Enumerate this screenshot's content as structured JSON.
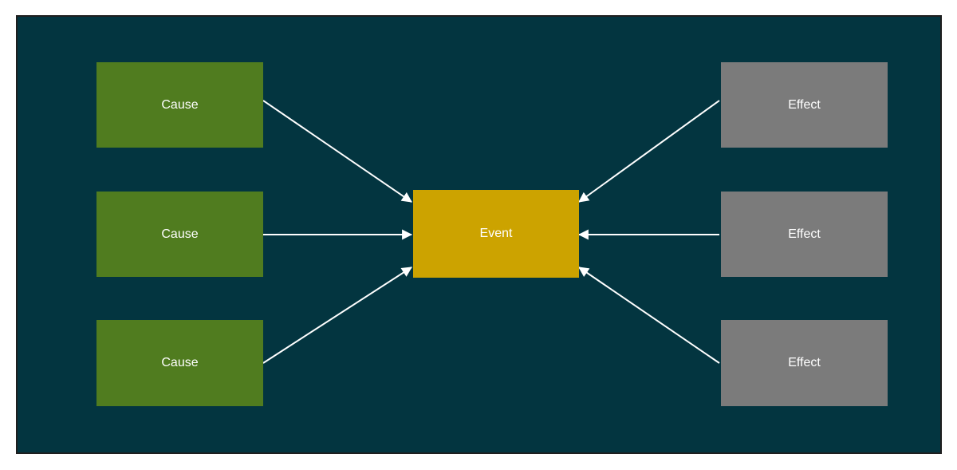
{
  "diagram": {
    "title": "cause-event-effect-diagram",
    "page_background": "#ffffff",
    "canvas_background": "#033540",
    "frame_border_color": "#1f1f1f",
    "arrow_color": "#ffffff",
    "text_color": "#ffffff",
    "nodes": [
      {
        "id": "cause-1",
        "label": "Cause",
        "fill": "#507c1f"
      },
      {
        "id": "cause-2",
        "label": "Cause",
        "fill": "#507c1f"
      },
      {
        "id": "cause-3",
        "label": "Cause",
        "fill": "#507c1f"
      },
      {
        "id": "event",
        "label": "Event",
        "fill": "#cca300"
      },
      {
        "id": "effect-1",
        "label": "Effect",
        "fill": "#7b7b7b"
      },
      {
        "id": "effect-2",
        "label": "Effect",
        "fill": "#7b7b7b"
      },
      {
        "id": "effect-3",
        "label": "Effect",
        "fill": "#7b7b7b"
      }
    ],
    "edges": [
      {
        "from": "cause-1",
        "to": "event",
        "direction": "into-event"
      },
      {
        "from": "cause-2",
        "to": "event",
        "direction": "into-event"
      },
      {
        "from": "cause-3",
        "to": "event",
        "direction": "into-event"
      },
      {
        "from": "effect-1",
        "to": "event",
        "direction": "into-event"
      },
      {
        "from": "effect-2",
        "to": "event",
        "direction": "into-event"
      },
      {
        "from": "effect-3",
        "to": "event",
        "direction": "into-event"
      }
    ]
  }
}
